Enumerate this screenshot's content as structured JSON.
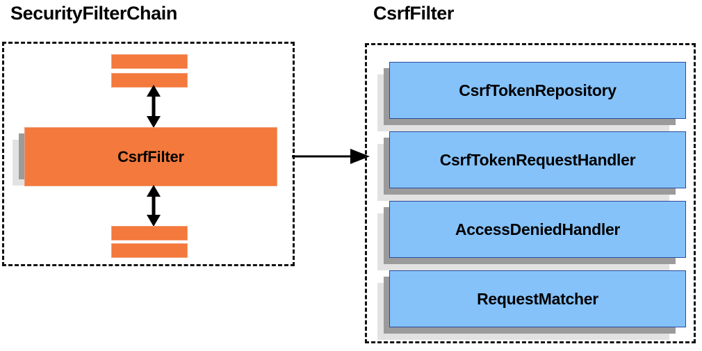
{
  "diagram": {
    "left_panel": {
      "title": "SecurityFilterChain",
      "highlighted_box": {
        "label": "CsrfFilter",
        "fill_color": "#f3793c"
      },
      "filter_bars": [
        {
          "name": "filter-bar-above-1"
        },
        {
          "name": "filter-bar-above-2"
        },
        {
          "name": "filter-bar-below-1"
        },
        {
          "name": "filter-bar-below-2"
        }
      ],
      "arrows": [
        {
          "name": "chain-arrow-upward",
          "type": "double-headed-vertical"
        },
        {
          "name": "chain-arrow-downward",
          "type": "double-headed-vertical"
        }
      ]
    },
    "connector": {
      "name": "expansion-arrow",
      "type": "single-headed-horizontal"
    },
    "right_panel": {
      "title": "CsrfFilter",
      "collaborators": [
        {
          "label": "CsrfTokenRepository"
        },
        {
          "label": "CsrfTokenRequestHandler"
        },
        {
          "label": "AccessDeniedHandler"
        },
        {
          "label": "RequestMatcher"
        }
      ],
      "box_fill_color": "#85c2fa",
      "box_border_color": "#2a4b9b"
    },
    "shadow_colors": {
      "near": "#9b9b9b",
      "far": "#e2e2e2"
    },
    "panel_border_color": "#111111",
    "background_color": "#ffffff"
  }
}
